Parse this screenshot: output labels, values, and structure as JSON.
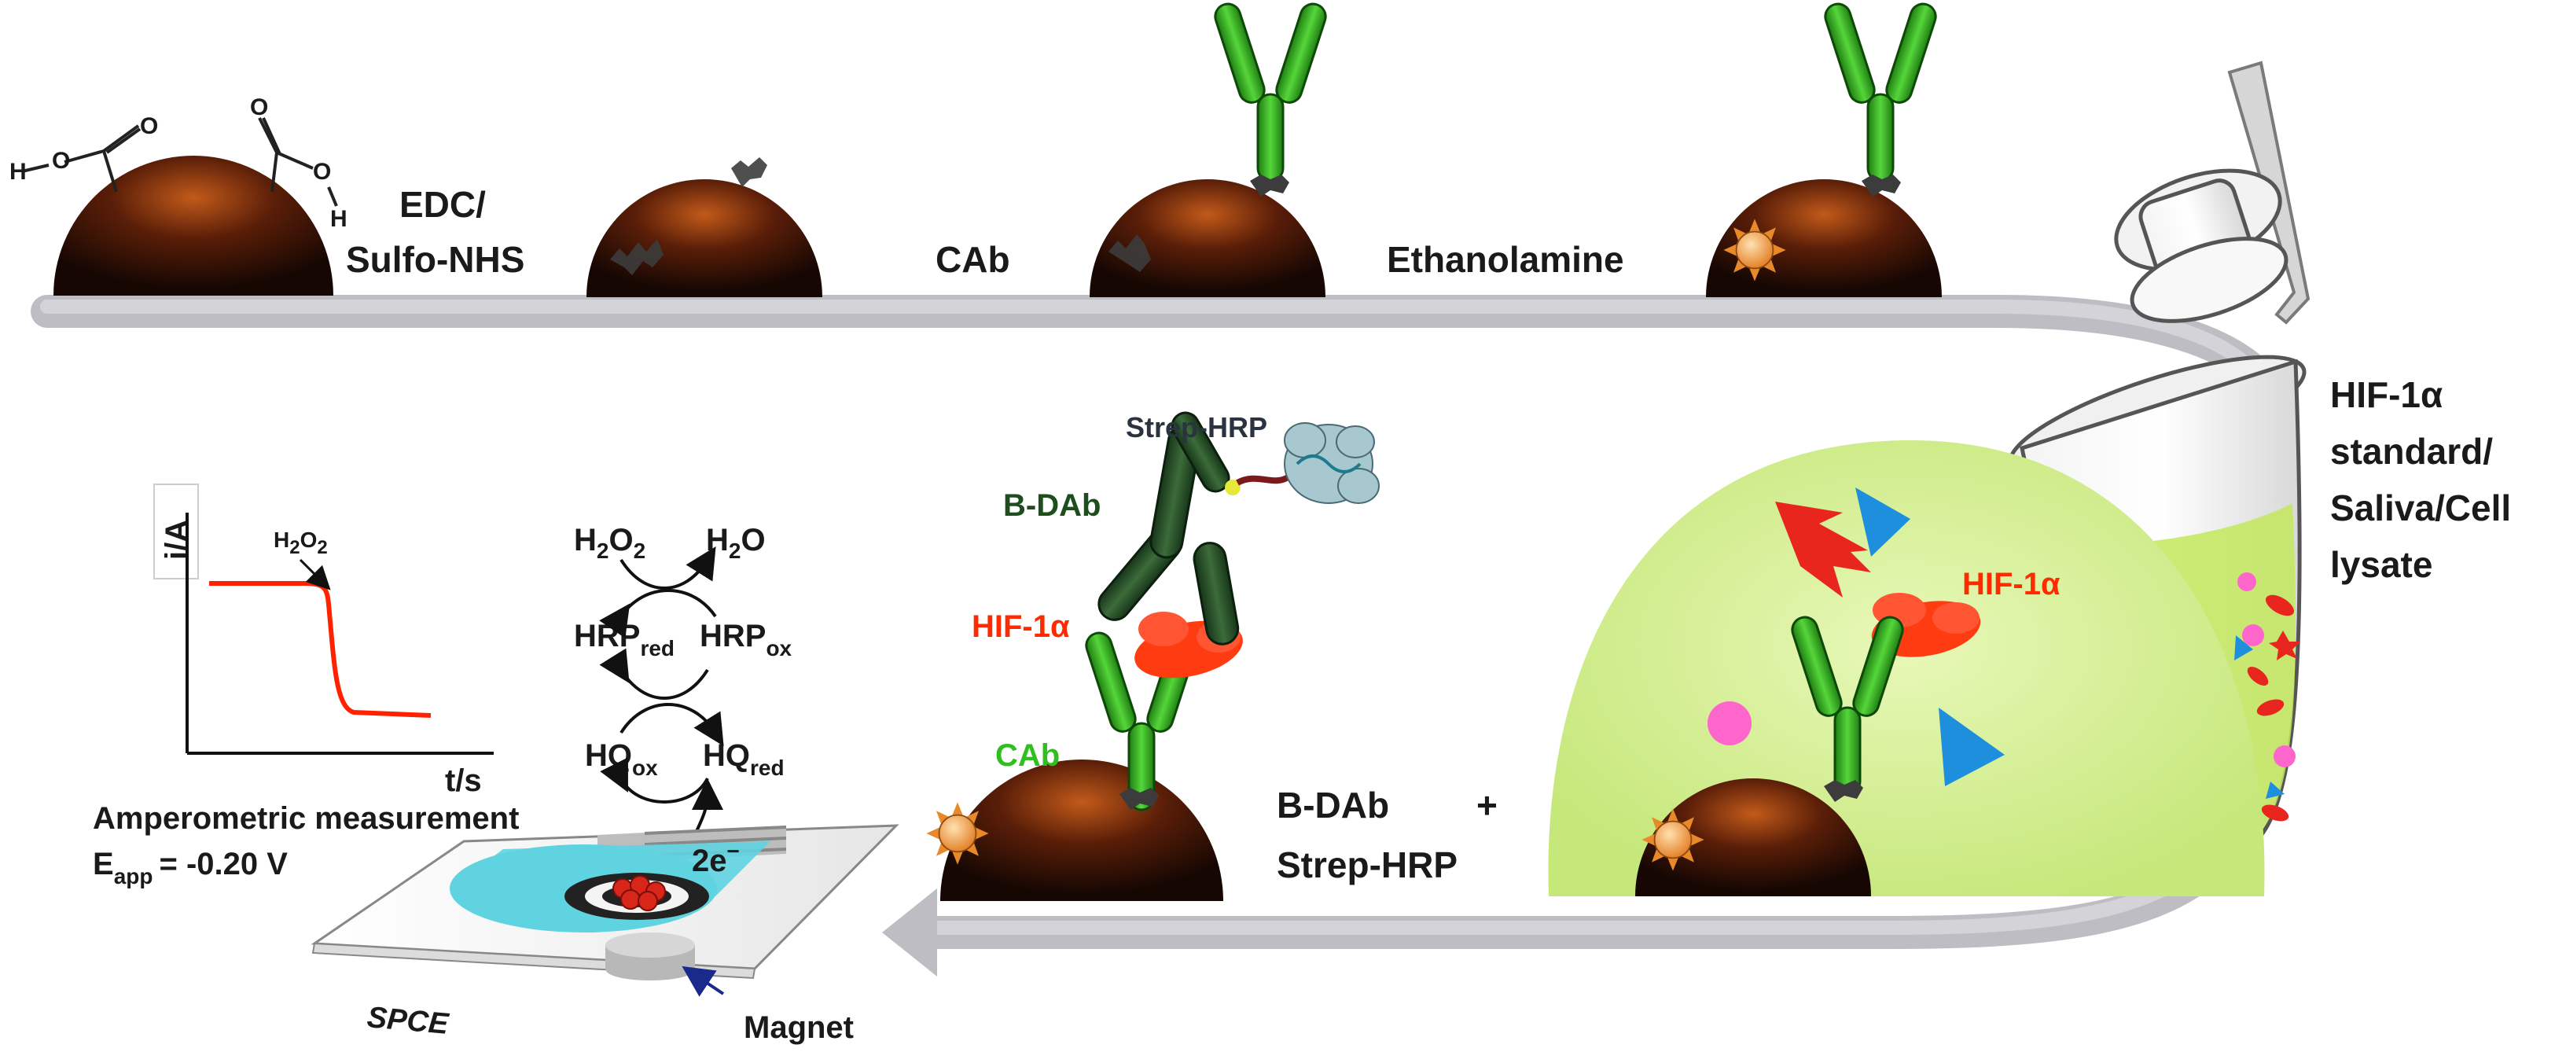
{
  "labels": {
    "edc": "EDC/",
    "sulfo_nhs": "Sulfo-NHS",
    "cab_step": "CAb",
    "ethanolamine": "Ethanolamine",
    "sample_line1": "HIF-1α",
    "sample_line2": "standard/",
    "sample_line3": "Saliva/Cell",
    "sample_line4": "lysate",
    "bdab_plus": "B-DAb",
    "plus": "+",
    "strep_hrp_step": "Strep-HRP",
    "strep_hrp_top": "Strep-HRP",
    "bdab_left": "B-DAb",
    "hif_left": "HIF-1α",
    "cab_left": "CAb",
    "hif_right": "HIF-1α",
    "amperometric": "Amperometric measurement",
    "eapp_value": "= -0.20 V",
    "spce": "SPCE",
    "magnet": "Magnet",
    "two_e": "2e",
    "two_e_sup": "−"
  },
  "plot": {
    "ylabel": "i/A",
    "xlabel": "t/s",
    "h2o2_note": "H"
  },
  "chemistry": {
    "h2o2": "H",
    "h2o": "H",
    "hrp_red_base": "HRP",
    "hrp_red_sub": "red",
    "hrp_ox_base": "HRP",
    "hrp_ox_sub": "ox",
    "hq_ox_base": "HQ",
    "hq_ox_sub": "ox",
    "hq_red_base": "HQ",
    "hq_red_sub": "red",
    "e_base": "E",
    "e_sub": "app"
  },
  "colors": {
    "bead_dark": "#1e0b04",
    "bead_light": "#c25a1a",
    "antibody_green": "#35b51f",
    "arrow_gray": "#c8c8cc",
    "hif_red": "#ff2a00",
    "green_label": "#2fbf1f",
    "dark_green_label": "#1e4d1e",
    "sample_green": "#d4f08a",
    "electrode_cyan": "#5fd3e0",
    "magnet_arrow": "#1a2a8c"
  }
}
